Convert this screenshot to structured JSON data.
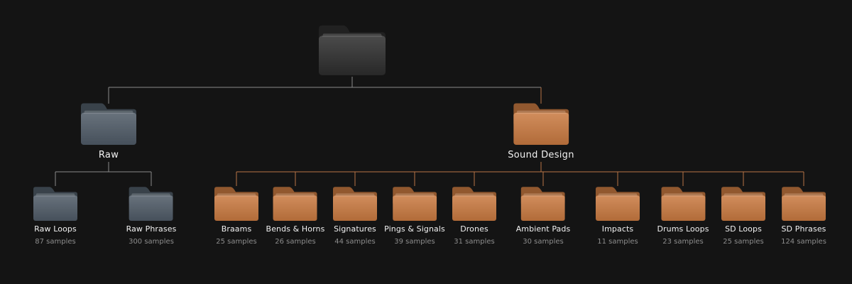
{
  "colors": {
    "background": "#141414",
    "connector_gray": "#8a8a8a",
    "connector_orange": "#b87546",
    "folder_root": "#2e2e2e",
    "folder_raw": "#4f5b67",
    "folder_sound_design": "#c97a41"
  },
  "root": {
    "icon": "folder-icon",
    "label": ""
  },
  "raw": {
    "icon": "folder-icon",
    "label": "Raw",
    "children": [
      {
        "label": "Raw Loops",
        "count": "87 samples"
      },
      {
        "label": "Raw Phrases",
        "count": "300 samples"
      }
    ]
  },
  "sound_design": {
    "icon": "folder-icon",
    "label": "Sound Design",
    "children": [
      {
        "label": "Braams",
        "count": "25 samples"
      },
      {
        "label": "Bends & Horns",
        "count": "26 samples"
      },
      {
        "label": "Signatures",
        "count": "44 samples"
      },
      {
        "label": "Pings & Signals",
        "count": "39 samples"
      },
      {
        "label": "Drones",
        "count": "31 samples"
      },
      {
        "label": "Ambient Pads",
        "count": "30 samples"
      },
      {
        "label": "Impacts",
        "count": "11 samples"
      },
      {
        "label": "Drums Loops",
        "count": "23 samples"
      },
      {
        "label": "SD Loops",
        "count": "25 samples"
      },
      {
        "label": "SD Phrases",
        "count": "124 samples"
      }
    ]
  }
}
